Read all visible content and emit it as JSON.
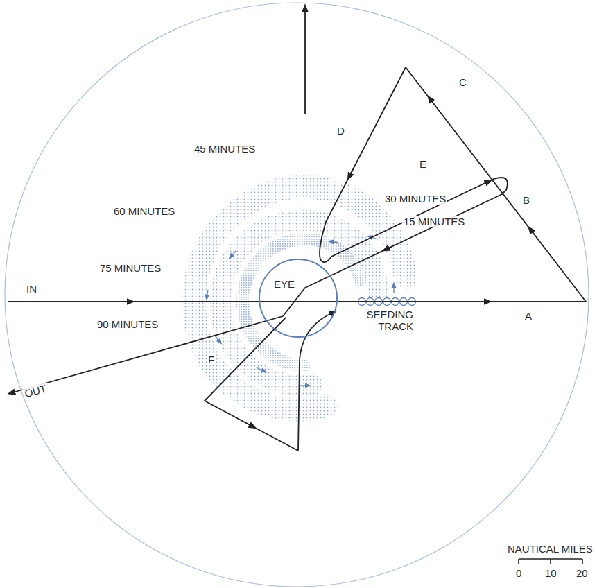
{
  "diagram": {
    "nodes": [
      {
        "text": [
          "EYE"
        ]
      }
    ],
    "labels": [
      "D",
      "C",
      "45 MINUTES",
      "30 MINUTES",
      "E",
      "60 MINUTES",
      "B",
      "15 MINUTES",
      "IN",
      "75 MINUTES",
      "A",
      "SEEDING TRACK",
      "90 MINUTES",
      "F",
      "OUT",
      "NAUTICAL MILES",
      "0",
      "10",
      "20"
    ]
  }
}
